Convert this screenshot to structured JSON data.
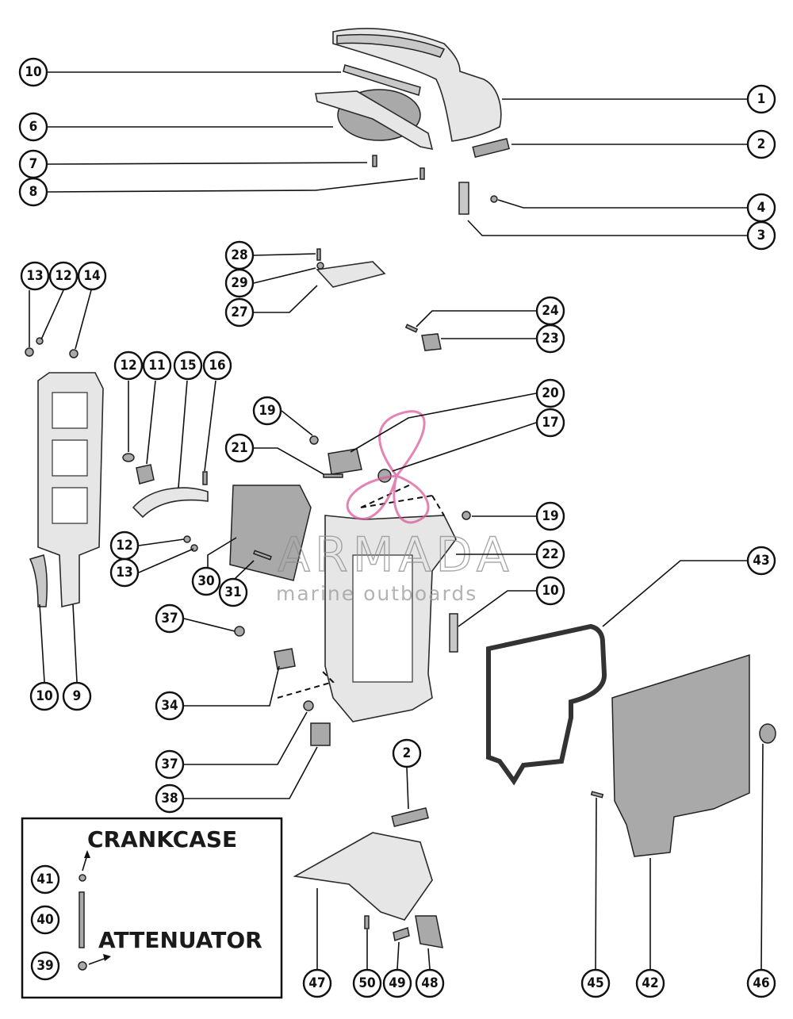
{
  "inset": {
    "title": "CRANKCASE",
    "subtitle": "ATTENUATOR"
  },
  "watermark": {
    "brand": "ARMADA",
    "tagline": "marine outboards",
    "color": "#d95b9b"
  },
  "callouts": [
    {
      "label": "10"
    },
    {
      "label": "6"
    },
    {
      "label": "7"
    },
    {
      "label": "8"
    },
    {
      "label": "1"
    },
    {
      "label": "2"
    },
    {
      "label": "4"
    },
    {
      "label": "3"
    },
    {
      "label": "28"
    },
    {
      "label": "29"
    },
    {
      "label": "27"
    },
    {
      "label": "13"
    },
    {
      "label": "12"
    },
    {
      "label": "14"
    },
    {
      "label": "24"
    },
    {
      "label": "23"
    },
    {
      "label": "12"
    },
    {
      "label": "11"
    },
    {
      "label": "15"
    },
    {
      "label": "16"
    },
    {
      "label": "19"
    },
    {
      "label": "20"
    },
    {
      "label": "21"
    },
    {
      "label": "17"
    },
    {
      "label": "19"
    },
    {
      "label": "12"
    },
    {
      "label": "13"
    },
    {
      "label": "22"
    },
    {
      "label": "30"
    },
    {
      "label": "31"
    },
    {
      "label": "43"
    },
    {
      "label": "10"
    },
    {
      "label": "37"
    },
    {
      "label": "10"
    },
    {
      "label": "9"
    },
    {
      "label": "34"
    },
    {
      "label": "37"
    },
    {
      "label": "38"
    },
    {
      "label": "2"
    },
    {
      "label": "41"
    },
    {
      "label": "40"
    },
    {
      "label": "39"
    },
    {
      "label": "47"
    },
    {
      "label": "50"
    },
    {
      "label": "49"
    },
    {
      "label": "48"
    },
    {
      "label": "45"
    },
    {
      "label": "42"
    },
    {
      "label": "46"
    }
  ]
}
